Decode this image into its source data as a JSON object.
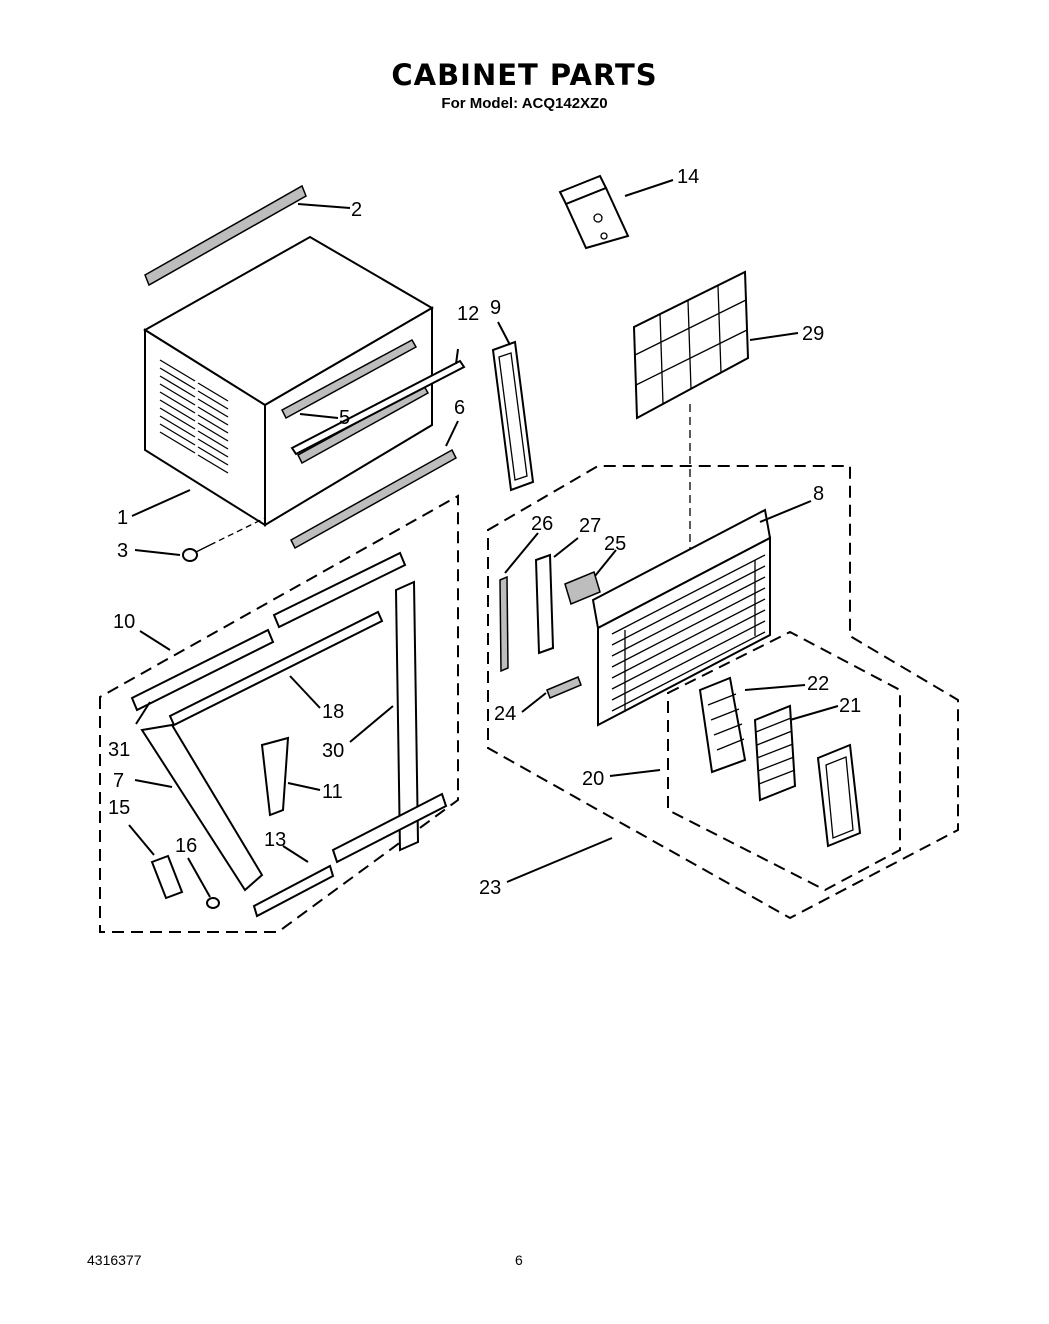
{
  "header": {
    "title": "CABINET PARTS",
    "subtitle": "For Model: ACQ142XZ0"
  },
  "footer": {
    "doc_number": "4316377",
    "page_number": "6"
  },
  "callouts": {
    "c1": "1",
    "c2": "2",
    "c3": "3",
    "c5": "5",
    "c6": "6",
    "c7": "7",
    "c8": "8",
    "c9": "9",
    "c10": "10",
    "c11": "11",
    "c12": "12",
    "c13": "13",
    "c14": "14",
    "c15": "15",
    "c16": "16",
    "c18": "18",
    "c20": "20",
    "c21": "21",
    "c22": "22",
    "c23": "23",
    "c24": "24",
    "c25": "25",
    "c26": "26",
    "c27": "27",
    "c29": "29",
    "c30": "30",
    "c31": "31"
  }
}
